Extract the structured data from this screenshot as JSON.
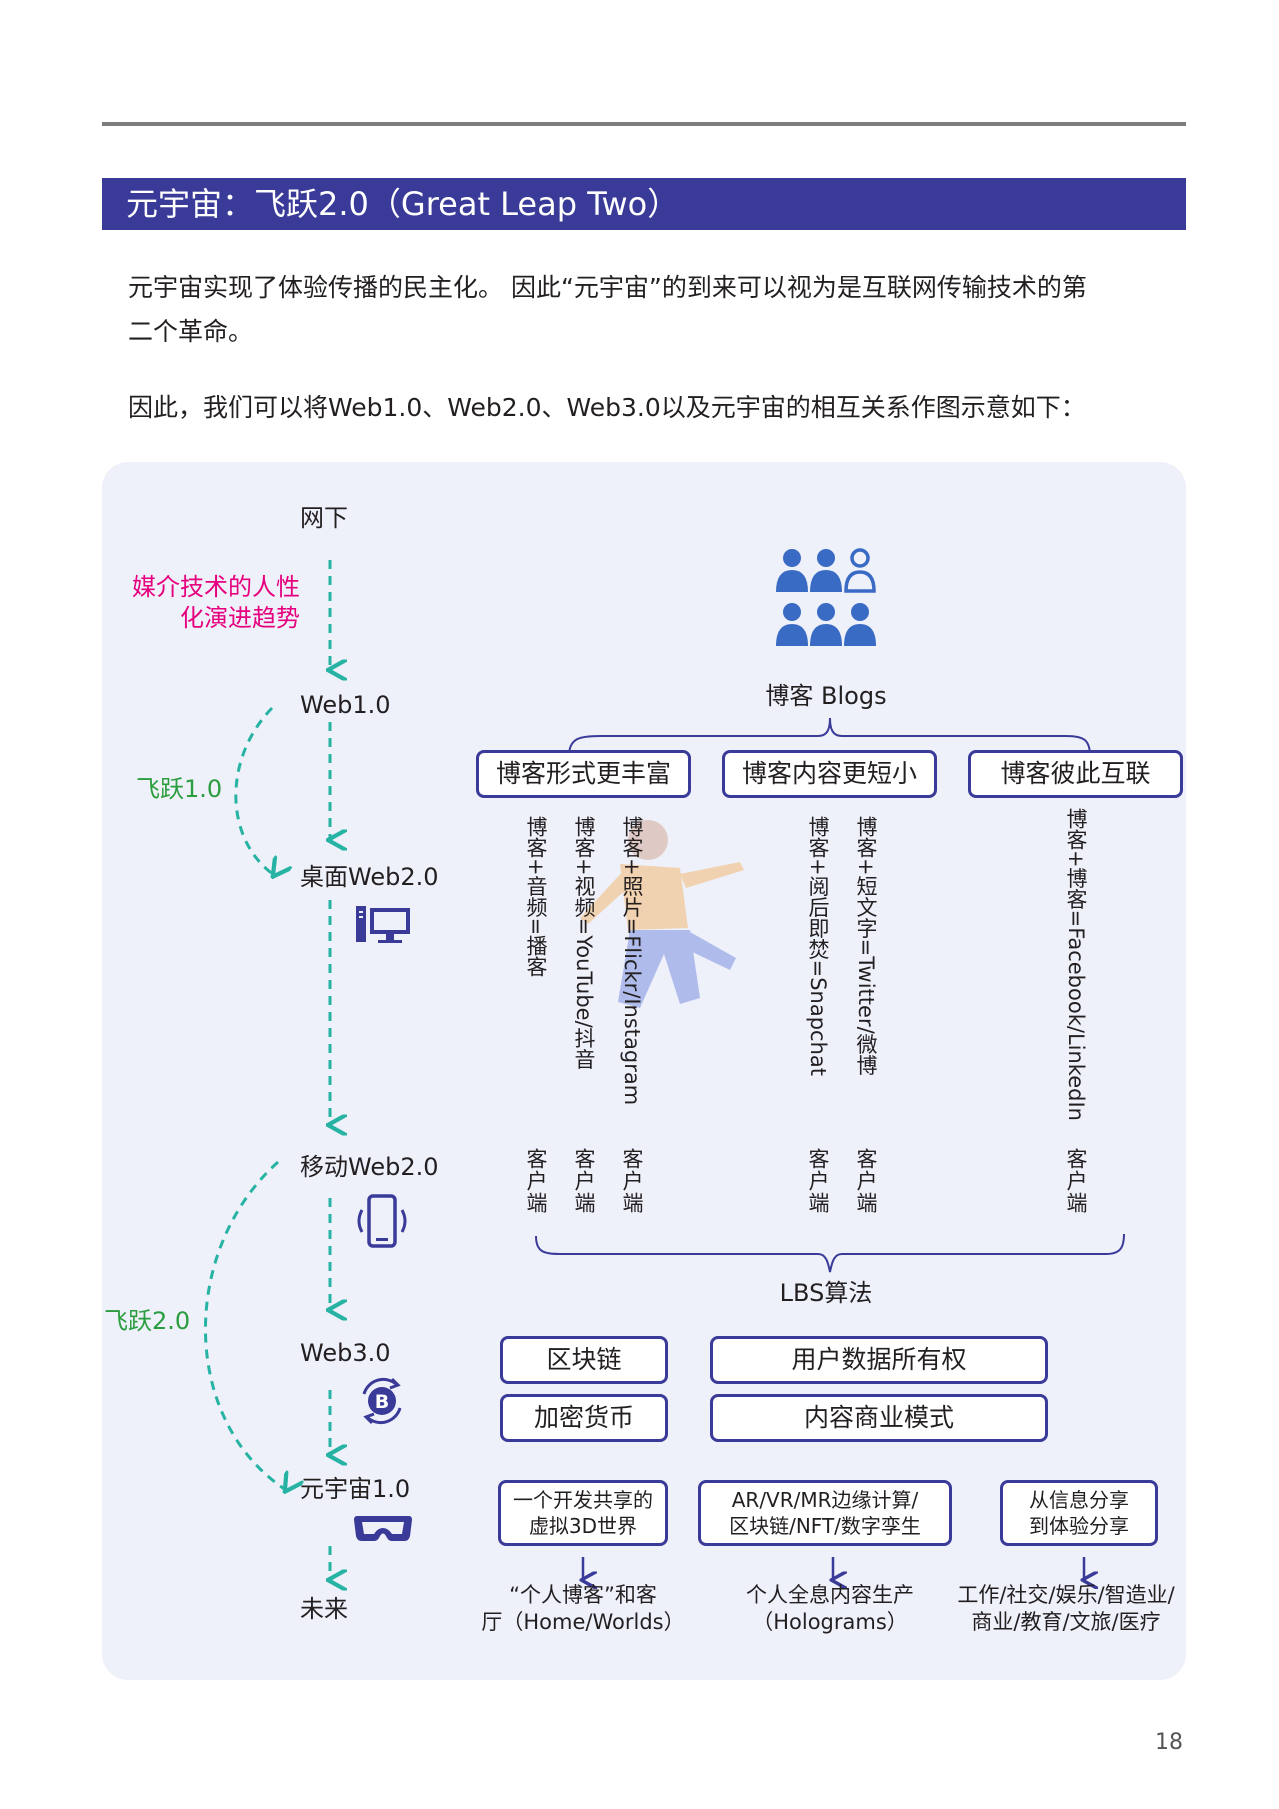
{
  "header": {
    "title": "元宇宙：飞跃2.0（Great Leap Two）"
  },
  "body": {
    "para1_line1": "元宇宙实现了体验传播的民主化。 因此“元宇宙”的到来可以视为是互联网传输技术的第",
    "para1_line2": "二个革命。",
    "para2": "因此，我们可以将Web1.0、Web2.0、Web3.0以及元宇宙的相互关系作图示意如下："
  },
  "diagram": {
    "stages": {
      "offline": "网下",
      "web1": "Web1.0",
      "desktop_web2": "桌面Web2.0",
      "mobile_web2": "移动Web2.0",
      "web3": "Web3.0",
      "metaverse1": "元宇宙1.0",
      "future": "未来"
    },
    "trend_label_line1": "媒介技术的人性",
    "trend_label_line2": "化演进趋势",
    "leap1": "飞跃1.0",
    "leap2": "飞跃2.0",
    "blogs_title": "博客 Blogs",
    "blog_boxes": [
      "博客形式更丰富",
      "博客内容更短小",
      "博客彼此互联"
    ],
    "blog_forms": [
      "博客+音频=播客",
      "博客+视频=YouTube/抖音",
      "博客+照片=Flickr/Instagram",
      "博客+阅后即焚=Snapchat",
      "博客+短文字=Twitter/微博",
      "博客+博客=Facebook/LinkedIn"
    ],
    "client_label": "客户端",
    "lbs": "LBS算法",
    "web3_boxes": [
      "区块链",
      "加密货币",
      "用户数据所有权",
      "内容商业模式"
    ],
    "meta_boxes": [
      {
        "line1": "一个开发共享的",
        "line2": "虚拟3D世界"
      },
      {
        "line1": "AR/VR/MR边缘计算/",
        "line2": "区块链/NFT/数字孪生"
      },
      {
        "line1": "从信息分享",
        "line2": "到体验分享"
      }
    ],
    "future_outcomes": [
      {
        "line1": "“个人博客”和客",
        "line2": "厅（Home/Worlds）"
      },
      {
        "line1": "个人全息内容生产",
        "line2": "（Holograms）"
      },
      {
        "line1": "工作/社交/娱乐/智造业/",
        "line2": "商业/教育/文旅/医疗"
      }
    ],
    "colors": {
      "accent": "#3a3a99",
      "arrow": "#26b3a3",
      "trend": "#e6007e",
      "leap": "#2a9d3e",
      "icon": "#3a6bc4"
    }
  },
  "footer": {
    "page_number": "18"
  }
}
